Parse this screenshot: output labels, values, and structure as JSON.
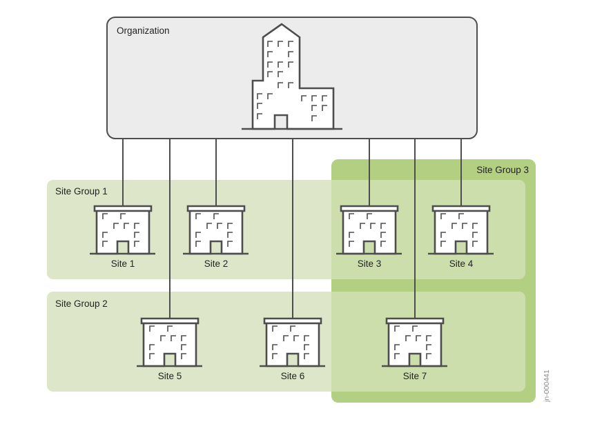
{
  "diagram": {
    "organization": {
      "label": "Organization",
      "icon": "office-tower-icon"
    },
    "site_groups": [
      {
        "id": "group1",
        "label": "Site Group 1",
        "color": "#dde6c8",
        "sites": [
          "site1",
          "site2",
          "site3",
          "site4"
        ]
      },
      {
        "id": "group2",
        "label": "Site Group 2",
        "color": "#dde6c8",
        "sites": [
          "site5",
          "site6",
          "site7"
        ]
      },
      {
        "id": "group3",
        "label": "Site Group 3",
        "color": "#b3cf82",
        "sites": [
          "site3",
          "site4",
          "site7"
        ]
      }
    ],
    "sites": [
      {
        "id": "site1",
        "label": "Site 1",
        "icon": "building-icon"
      },
      {
        "id": "site2",
        "label": "Site 2",
        "icon": "building-icon"
      },
      {
        "id": "site3",
        "label": "Site 3",
        "icon": "building-icon"
      },
      {
        "id": "site4",
        "label": "Site 4",
        "icon": "building-icon"
      },
      {
        "id": "site5",
        "label": "Site 5",
        "icon": "building-icon"
      },
      {
        "id": "site6",
        "label": "Site 6",
        "icon": "building-icon"
      },
      {
        "id": "site7",
        "label": "Site 7",
        "icon": "building-icon"
      }
    ],
    "connections": [
      {
        "from": "organization",
        "to": "site1"
      },
      {
        "from": "organization",
        "to": "site5"
      },
      {
        "from": "organization",
        "to": "site2"
      },
      {
        "from": "organization",
        "to": "site6"
      },
      {
        "from": "organization",
        "to": "site3"
      },
      {
        "from": "organization",
        "to": "site7"
      },
      {
        "from": "organization",
        "to": "site4"
      }
    ],
    "figure_code": "jn-000441",
    "colors": {
      "org_fill": "#ececec",
      "stroke": "#4d4d4d",
      "group_light": "#dde6c8",
      "group3": "#b3cf82",
      "overlap": "#c8dca6"
    }
  }
}
